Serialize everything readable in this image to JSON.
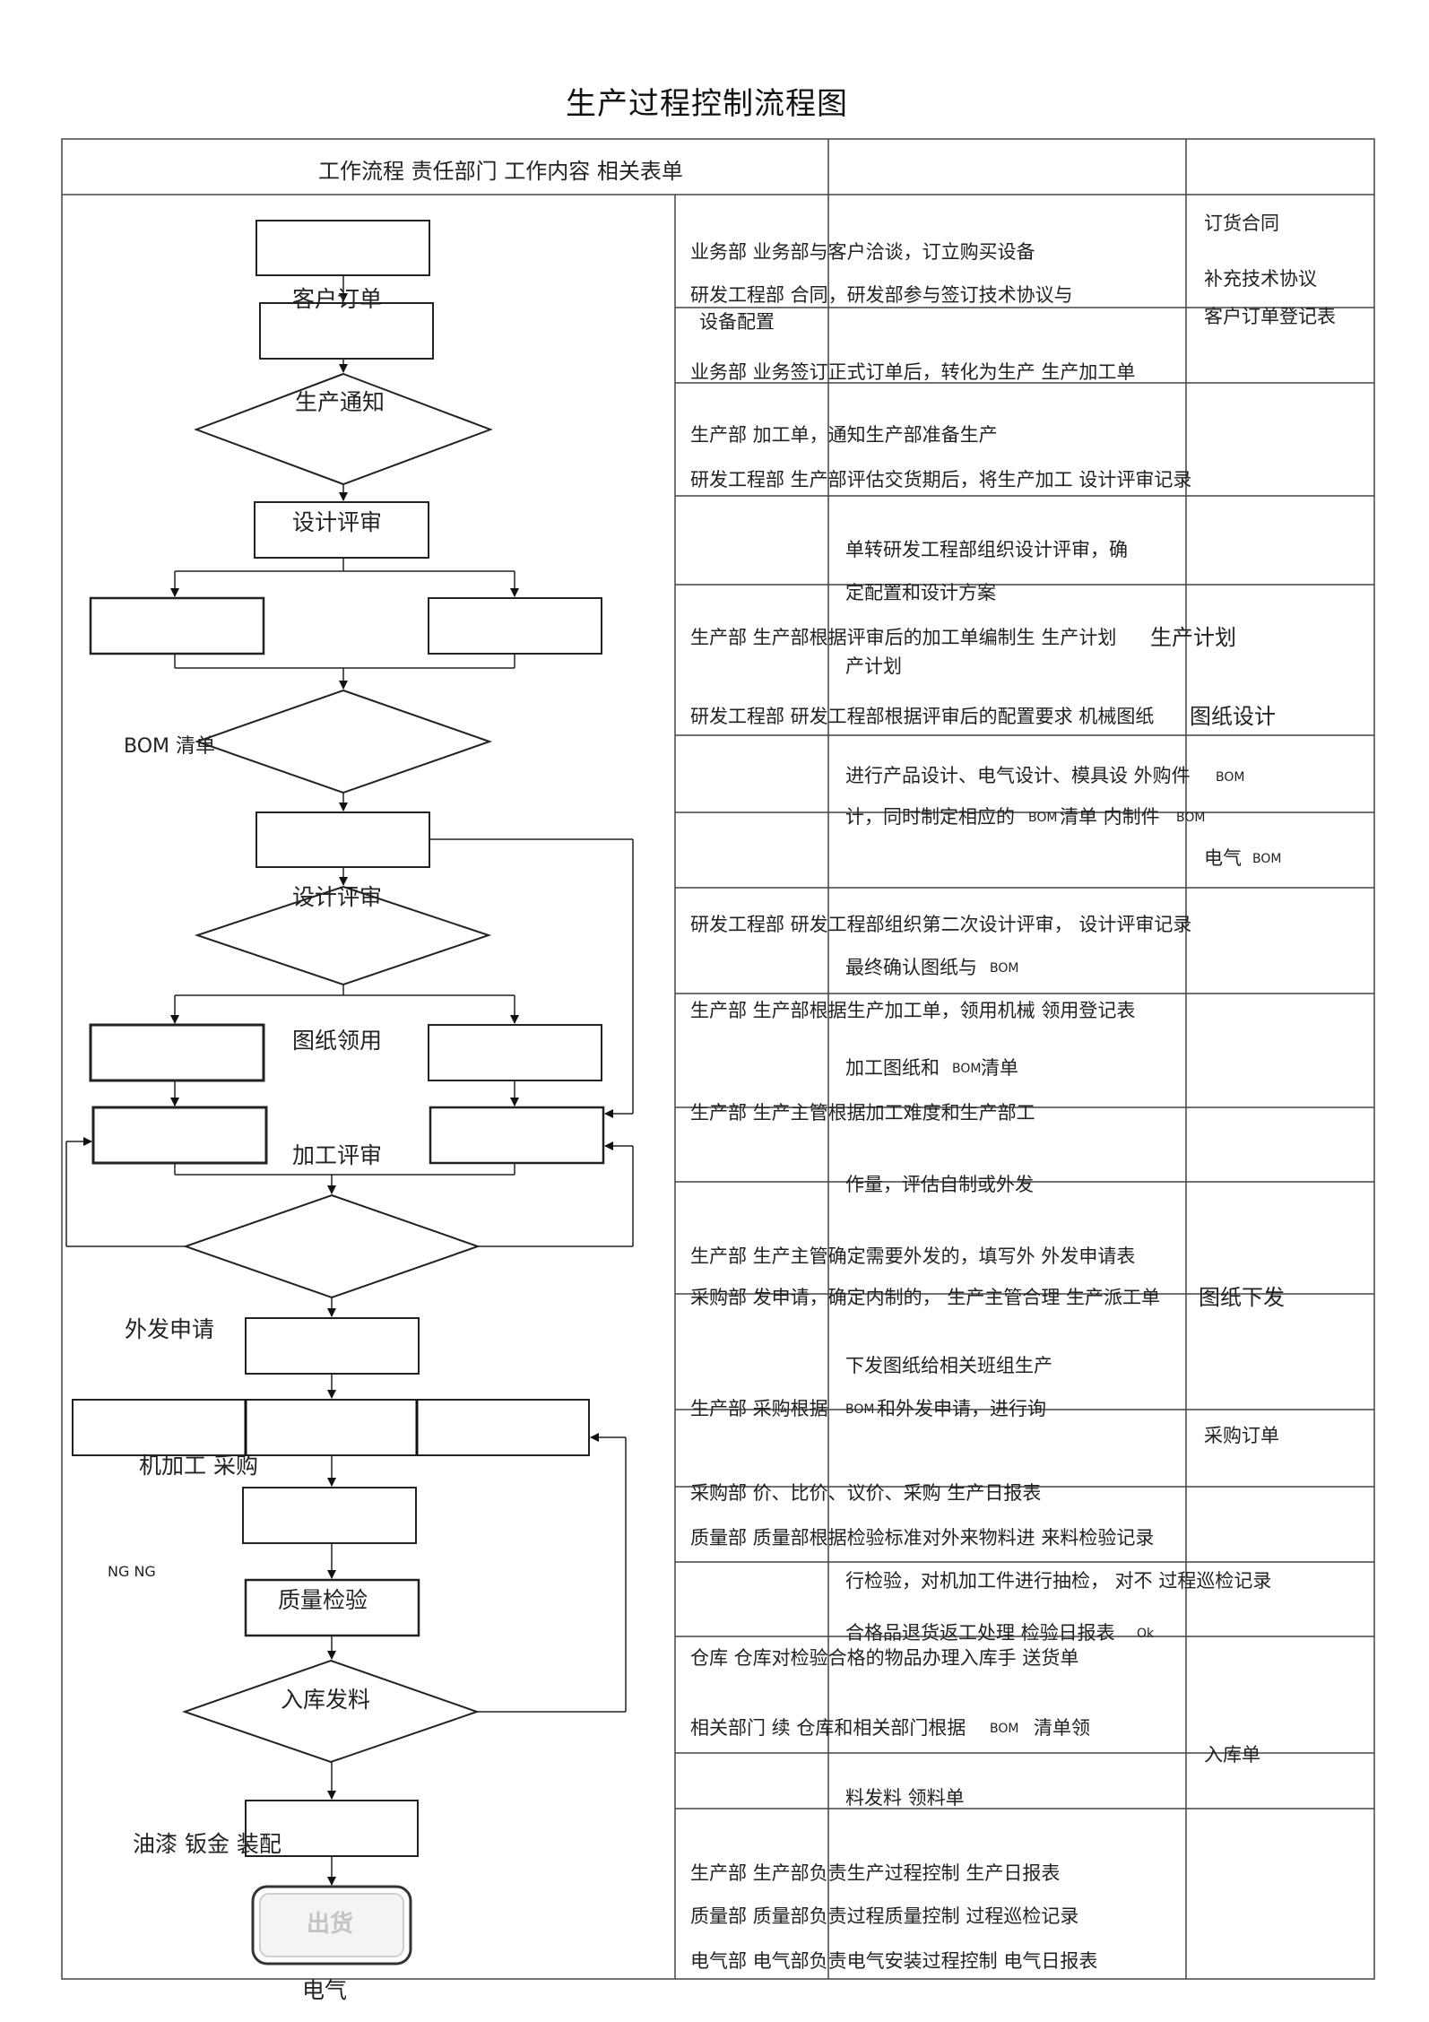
{
  "title": "生产过程控制流程图",
  "header": "工作流程  责任部门  工作内容  相关表单",
  "flow_labels": {
    "customer_order": "客户订单",
    "production_notice": "生产通知",
    "design_review": "设计评审",
    "bom_list": "BOM 清单",
    "design_review_2": "设计评审",
    "drawing_issue": "图纸领用",
    "process_review": "加工评审",
    "outsource_request": "外发申请",
    "machining_purchase": "机加工  采购",
    "ng": "NG NG",
    "quality_inspection": "质量检验",
    "warehouse_issue": "入库发料",
    "paint_sheet_assembly": "油漆  钣金  装配",
    "electrical": "电气",
    "ship_button": "出货"
  },
  "right_texts": [
    "业务部  业务部与客户洽谈，订立购买设备",
    "研发工程部  合同，研发部参与签订技术协议与",
    "设备配置",
    "业务部  业务签订正式订单后，转化为生产  生产加工单",
    "生产部  加工单，通知生产部准备生产",
    "研发工程部  生产部评估交货期后，将生产加工  设计评审记录",
    "单转研发工程部组织设计评审，确",
    "定配置和设计方案",
    "生产部  生产部根据评审后的加工单编制生  生产计划",
    "产计划",
    "研发工程部  研发工程部根据评审后的配置要求  机械图纸",
    "进行产品设计、电气设计、模具设  外购件",
    "计，同时制定相应的",
    "清单  内制件",
    "电气",
    "研发工程部  研发工程部组织第二次设计评审，  设计评审记录",
    "最终确认图纸与",
    "生产部  生产部根据生产加工单，领用机械  领用登记表",
    "加工图纸和",
    "清单",
    "生产部  生产主管根据加工难度和生产部工",
    "作量，评估自制或外发",
    "生产部  生产主管确定需要外发的，填写外  外发申请表",
    "采购部  发申请，确定内制的，  生产主管合理  生产派工单",
    "下发图纸给相关班组生产",
    "生产部  采购根据",
    "和外发申请，进行询",
    "采购部  价、比价、议价、采购  生产日报表",
    "质量部  质量部根据检验标准对外来物料进  来料检验记录",
    "行检验，对机加工件进行抽检，  对不  过程巡检记录",
    "合格品退货返工处理  检验日报表",
    "仓库  仓库对检验合格的物品办理入库手  送货单",
    "相关部门  续 仓库和相关部门根据",
    "清单领",
    "料发料  领料单",
    "生产部  生产部负责生产过程控制  生产日报表",
    "质量部  质量部负责过程质量控制  过程巡检记录",
    "电气部  电气部负责电气安装过程控制  电气日报表"
  ],
  "forms_column": [
    "订货合同",
    "补充技术协议",
    "客户订单登记表",
    "生产计划",
    "图纸设计",
    "图纸下发",
    "采购订单",
    "入库单"
  ],
  "small_labels": [
    "BOM",
    "BOM",
    "BOM",
    "BOM",
    "BOM",
    "BOM",
    "BOM",
    "BOM",
    "Ok"
  ]
}
